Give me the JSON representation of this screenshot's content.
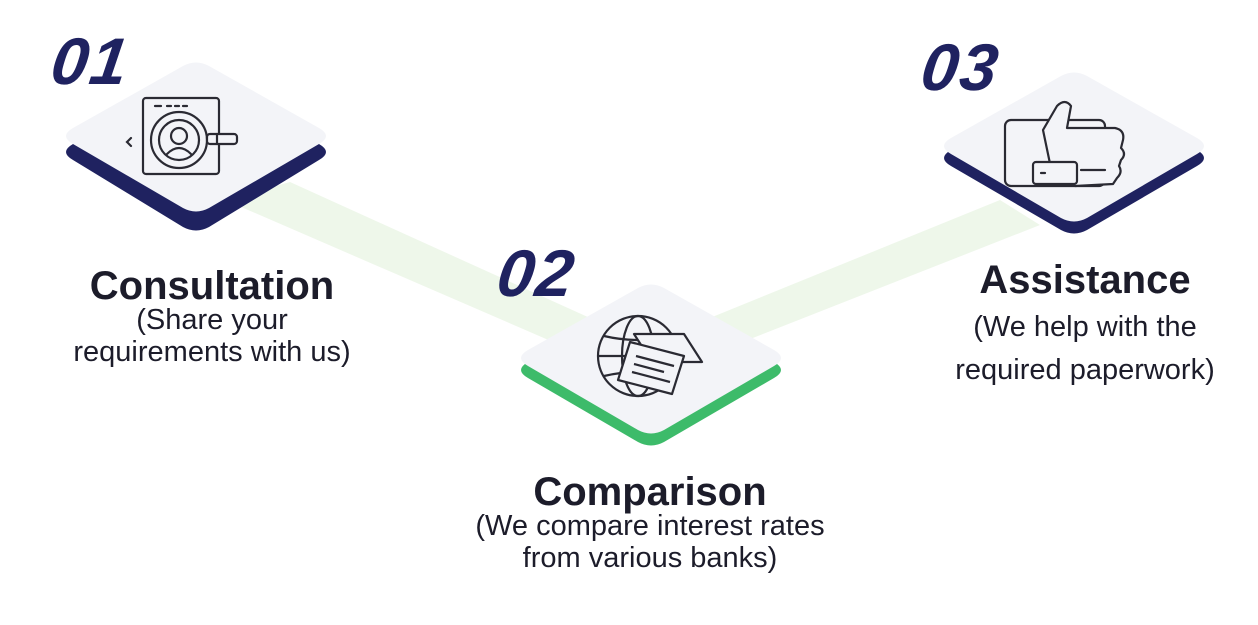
{
  "colors": {
    "navy": "#1f2260",
    "green": "#3dbb6a",
    "tile": "#f3f4f8",
    "connector": "#eef7ea",
    "text": "#1c1c2a"
  },
  "steps": [
    {
      "number": "01",
      "title": "Consultation",
      "desc_line1": "(Share your",
      "desc_line2": "requirements with us)",
      "icon": "magnifier-browser-icon",
      "accent": "#1f2260"
    },
    {
      "number": "02",
      "title": "Comparison",
      "desc_line1": "(We compare interest rates",
      "desc_line2": "from various banks)",
      "icon": "globe-document-icon",
      "accent": "#3dbb6a"
    },
    {
      "number": "03",
      "title": "Assistance",
      "desc_line1": "(We help with the",
      "desc_line2": "required paperwork)",
      "icon": "thumbs-up-icon",
      "accent": "#1f2260"
    }
  ]
}
